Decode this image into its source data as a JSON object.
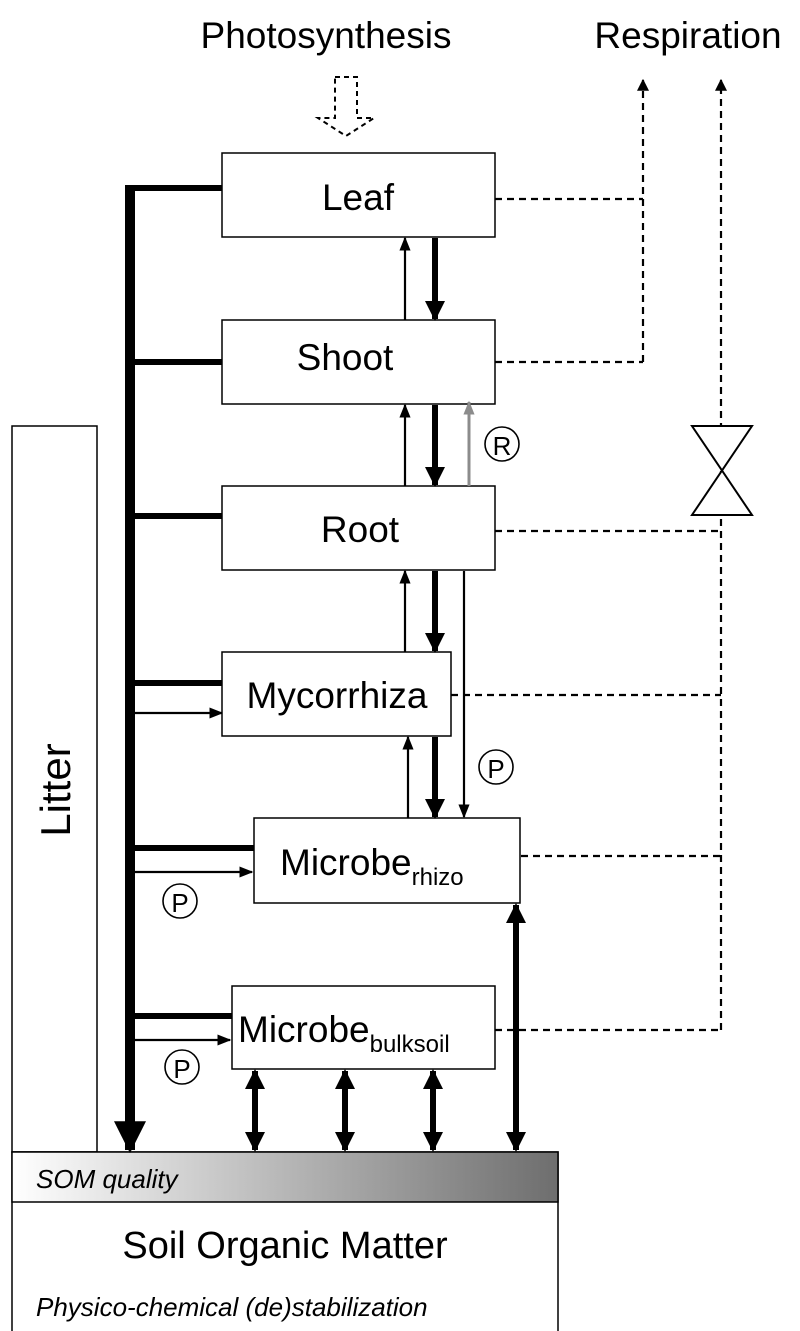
{
  "labels": {
    "photosynthesis": "Photosynthesis",
    "respiration": "Respiration",
    "litter": "Litter"
  },
  "pools": {
    "leaf": "Leaf",
    "shoot": "Shoot",
    "root": "Root",
    "mycorrhiza": "Mycorrhiza",
    "microbe_rhizo": {
      "main": "Microbe",
      "sub": "rhizo"
    },
    "microbe_bulksoil": {
      "main": "Microbe",
      "sub": "bulksoil"
    }
  },
  "soil": {
    "quality_label": "SOM quality",
    "title": "Soil Organic Matter",
    "subtitle": "Physico-chemical (de)stabilization",
    "gradient": [
      "#ffffff",
      "#6e6e6e"
    ]
  },
  "markers": {
    "regulation": "R",
    "priming": "P"
  },
  "colors": {
    "line": "#000000",
    "regulation_arrow": "#8c8c8c"
  }
}
